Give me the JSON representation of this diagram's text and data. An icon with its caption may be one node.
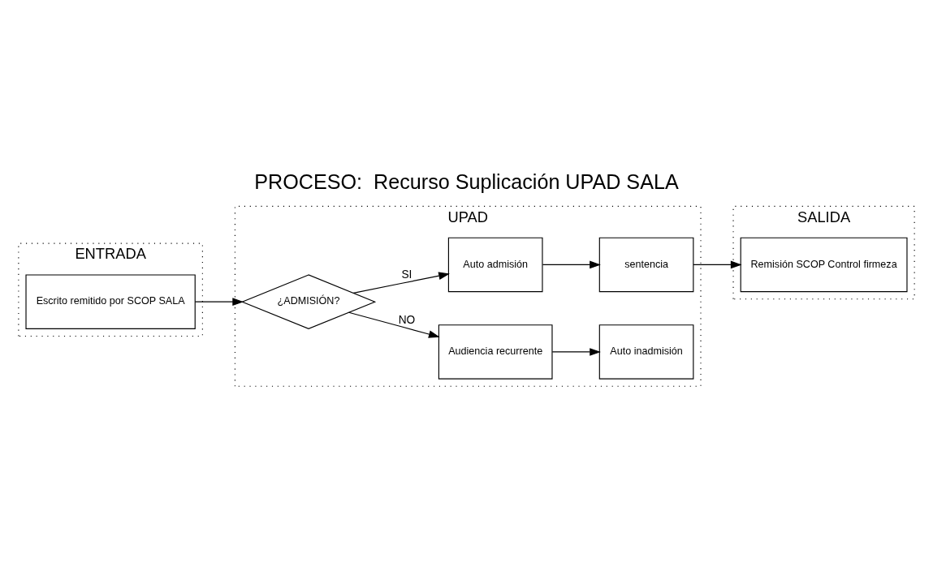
{
  "diagram": {
    "title": "PROCESO:  Recurso Suplicación UPAD SALA",
    "nodes": [
      {
        "text": [
          "ENTRADA"
        ]
      },
      {
        "text": [
          "Escrito remitido por SCOP SALA"
        ],
        "in": 0
      },
      {
        "text": [
          "UPAD"
        ]
      },
      {
        "text": [
          "¿ADMISIÓN?"
        ],
        "in": 2
      },
      {
        "text": [
          "Audiencia recurrente"
        ],
        "in": 2
      },
      {
        "text": [
          "Auto admisión"
        ],
        "in": 2
      },
      {
        "text": [
          "Auto inadmisión"
        ],
        "in": 2
      },
      {
        "text": [
          "sentencia"
        ],
        "in": 2
      },
      {
        "text": [
          "SALIDA"
        ]
      },
      {
        "text": [
          "Remisión SCOP Control firmeza"
        ],
        "in": 8
      }
    ],
    "edges": [
      {
        "from": 1,
        "to": 3,
        "arrow": "to"
      },
      {
        "from": 3,
        "to": 4,
        "arrow": "to",
        "label": "NO"
      },
      {
        "from": 3,
        "to": 5,
        "arrow": "to",
        "label": "SI"
      },
      {
        "from": 4,
        "to": 6,
        "arrow": "to"
      },
      {
        "from": 5,
        "to": 7,
        "arrow": "to"
      },
      {
        "from": 7,
        "to": 9,
        "arrow": "to"
      }
    ]
  }
}
